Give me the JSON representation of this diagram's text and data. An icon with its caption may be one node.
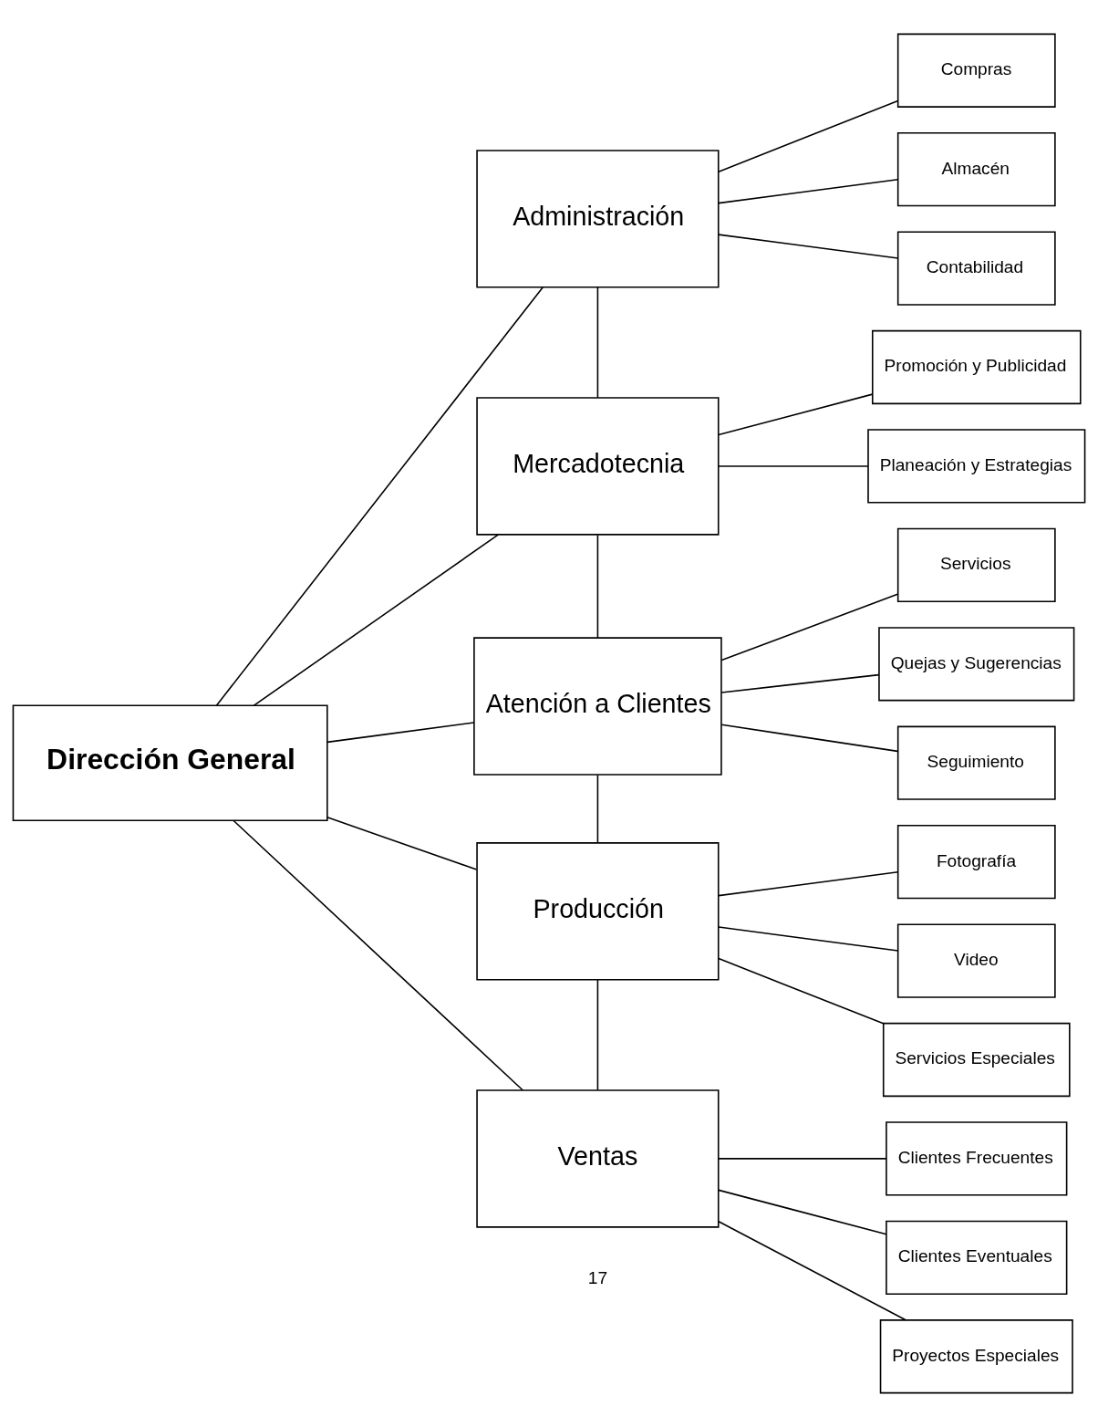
{
  "diagram": {
    "nodes": [
      {
        "text": [
          "Dirección General"
        ]
      },
      {
        "text": [
          "Administración"
        ]
      },
      {
        "text": [
          "Mercadotecnia"
        ]
      },
      {
        "text": [
          "Atención a Clientes"
        ]
      },
      {
        "text": [
          "Producción"
        ]
      },
      {
        "text": [
          "Ventas"
        ]
      },
      {
        "text": [
          "Compras"
        ]
      },
      {
        "text": [
          "Almacén"
        ]
      },
      {
        "text": [
          "Contabilidad"
        ]
      },
      {
        "text": [
          "Promoción y Publicidad"
        ]
      },
      {
        "text": [
          "Planeación y Estrategias"
        ]
      },
      {
        "text": [
          "Servicios"
        ]
      },
      {
        "text": [
          "Quejas y Sugerencias"
        ]
      },
      {
        "text": [
          "Seguimiento"
        ]
      },
      {
        "text": [
          "Fotografía"
        ]
      },
      {
        "text": [
          "Video"
        ]
      },
      {
        "text": [
          "Servicios Especiales"
        ]
      },
      {
        "text": [
          "Clientes Frecuentes"
        ]
      },
      {
        "text": [
          "Clientes Eventuales"
        ]
      },
      {
        "text": [
          "Proyectos Especiales"
        ]
      }
    ],
    "edges": [
      {
        "from": 0,
        "to": 1,
        "arrow": "none"
      },
      {
        "from": 0,
        "to": 2,
        "arrow": "none"
      },
      {
        "from": 0,
        "to": 3,
        "arrow": "none"
      },
      {
        "from": 0,
        "to": 4,
        "arrow": "none"
      },
      {
        "from": 0,
        "to": 5,
        "arrow": "none"
      },
      {
        "from": 1,
        "to": 2,
        "arrow": "none"
      },
      {
        "from": 2,
        "to": 3,
        "arrow": "none"
      },
      {
        "from": 3,
        "to": 4,
        "arrow": "none"
      },
      {
        "from": 4,
        "to": 5,
        "arrow": "none"
      },
      {
        "from": 1,
        "to": 6,
        "arrow": "none"
      },
      {
        "from": 1,
        "to": 7,
        "arrow": "none"
      },
      {
        "from": 1,
        "to": 8,
        "arrow": "none"
      },
      {
        "from": 2,
        "to": 9,
        "arrow": "none"
      },
      {
        "from": 2,
        "to": 10,
        "arrow": "none"
      },
      {
        "from": 3,
        "to": 11,
        "arrow": "none"
      },
      {
        "from": 3,
        "to": 12,
        "arrow": "none"
      },
      {
        "from": 3,
        "to": 13,
        "arrow": "none"
      },
      {
        "from": 4,
        "to": 14,
        "arrow": "none"
      },
      {
        "from": 4,
        "to": 15,
        "arrow": "none"
      },
      {
        "from": 4,
        "to": 16,
        "arrow": "none"
      },
      {
        "from": 5,
        "to": 17,
        "arrow": "none"
      },
      {
        "from": 5,
        "to": 18,
        "arrow": "none"
      },
      {
        "from": 5,
        "to": 19,
        "arrow": "none"
      }
    ],
    "labels": [
      "17"
    ]
  }
}
